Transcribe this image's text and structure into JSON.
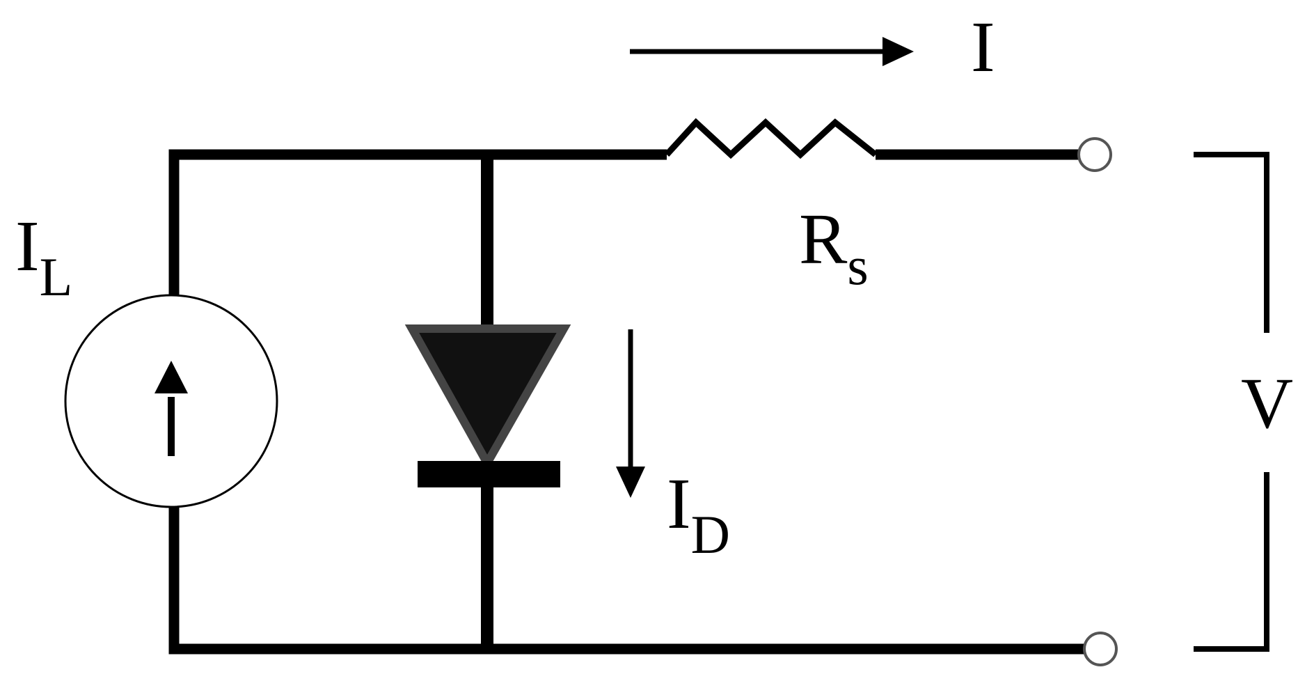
{
  "labels": {
    "current_main": "I",
    "source_current_main": "I",
    "source_current_sub": "L",
    "series_resistance_main": "R",
    "series_resistance_sub": "s",
    "diode_current_main": "I",
    "diode_current_sub": "D",
    "voltage": "V"
  }
}
